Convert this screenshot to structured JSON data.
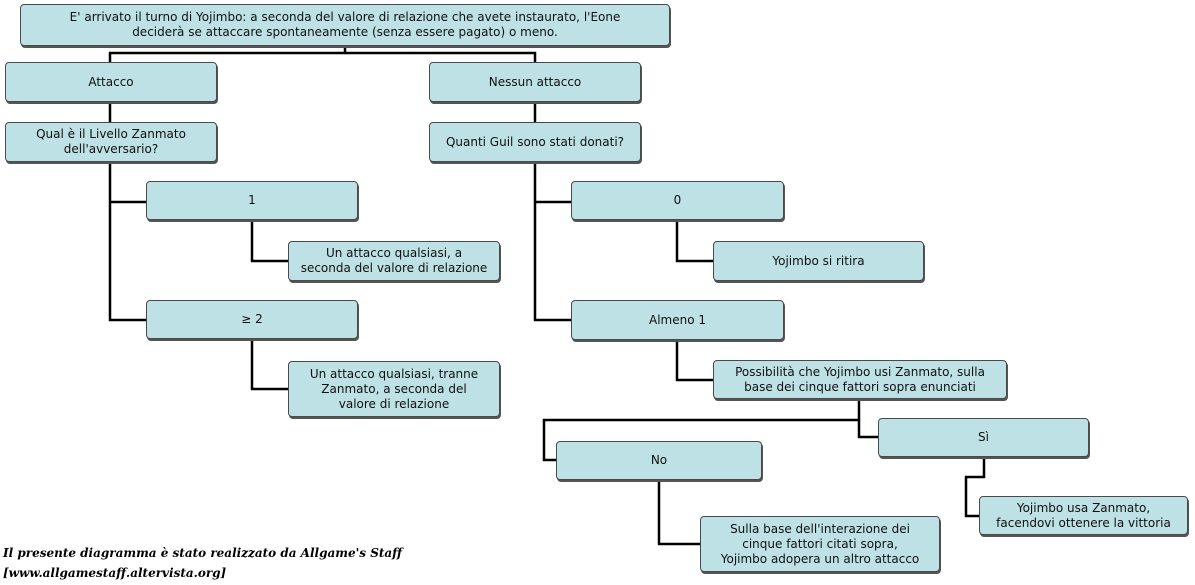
{
  "diagram": {
    "root": "E' arrivato il turno di Yojimbo: a seconda del valore di relazione che avete instaurato, l'Eone\ndeciderà se attaccare spontaneamente (senza essere pagato) o meno.",
    "attacco": "Attacco",
    "nessun_attacco": "Nessun attacco",
    "q_zanmato": "Qual è il Livello Zanmato\ndell'avversario?",
    "q_guil": "Quanti Guil sono stati donati?",
    "lvl_1": "1",
    "lvl_ge2": "≥ 2",
    "res_lvl1": "Un attacco qualsiasi, a\nseconda del valore di relazione",
    "res_lvl2": "Un attacco qualsiasi, tranne\nZanmato, a seconda del\nvalore di relazione",
    "guil_0": "0",
    "guil_min1": "Almeno 1",
    "ritira": "Yojimbo si ritira",
    "possibilita": "Possibilità che Yojimbo usi Zanmato, sulla\nbase dei cinque fattori sopra enunciati",
    "si": "Sì",
    "no": "No",
    "res_si": "Yojimbo usa Zanmato,\nfacendovi ottenere la vittoria",
    "res_no": "Sulla base dell'interazione dei\ncinque fattori citati sopra,\nYojimbo adopera un altro attacco"
  },
  "footer": {
    "credit": "Il presente diagramma è stato realizzato da Allgame's Staff",
    "url": "[www.allgamestaff.altervista.org]"
  }
}
